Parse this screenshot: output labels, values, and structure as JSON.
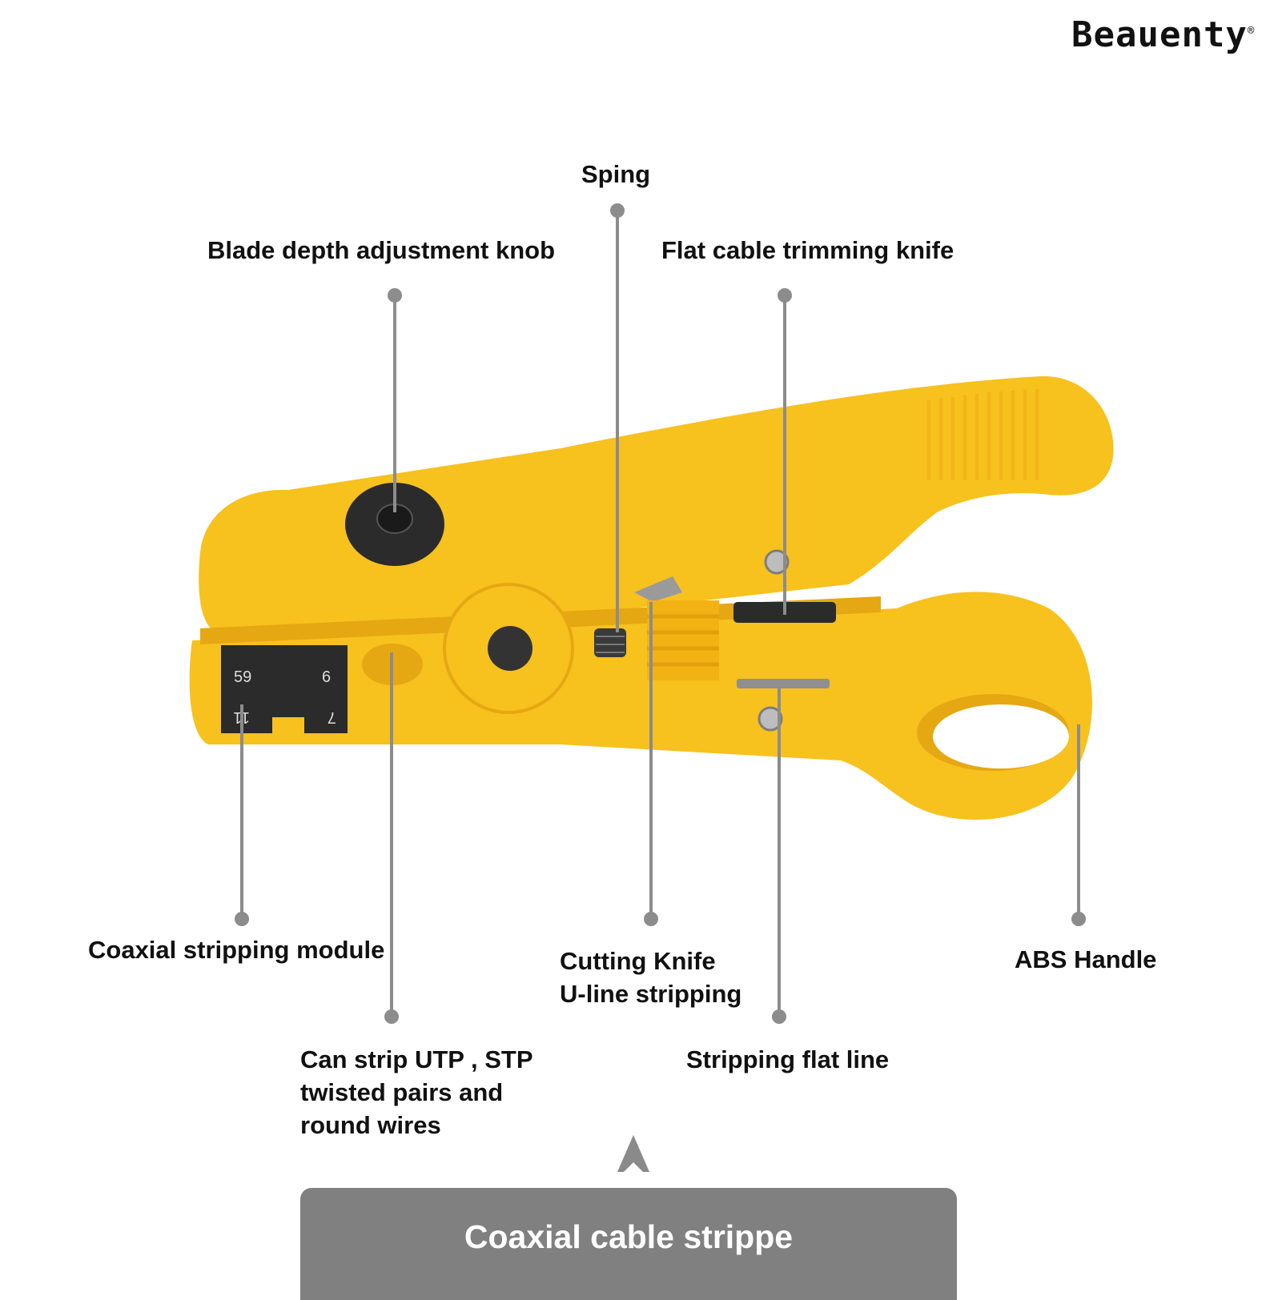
{
  "brand": {
    "name": "Beauenty",
    "mark": "®"
  },
  "labels": {
    "sping": "Sping",
    "blade_knob": "Blade depth adjustment knob",
    "flat_trim_knife": "Flat cable trimming knife",
    "coaxial_module": "Coaxial stripping module",
    "cutting_knife_1": "Cutting Knife",
    "cutting_knife_2": "U-line stripping",
    "abs_handle": "ABS Handle",
    "utp_1": "Can strip UTP , STP",
    "utp_2": "twisted pairs and",
    "utp_3": "round wires",
    "flat_line": "Stripping flat line"
  },
  "module_numbers": {
    "tl": "59",
    "tr": "6",
    "bl": "11",
    "br": "7"
  },
  "banner": {
    "title": "Coaxial cable strippe"
  },
  "colors": {
    "tool_body": "#F7C11E",
    "tool_shadow": "#E5A812",
    "leader": "#8C8C8C",
    "banner": "#808080",
    "knob": "#2B2B2B"
  }
}
